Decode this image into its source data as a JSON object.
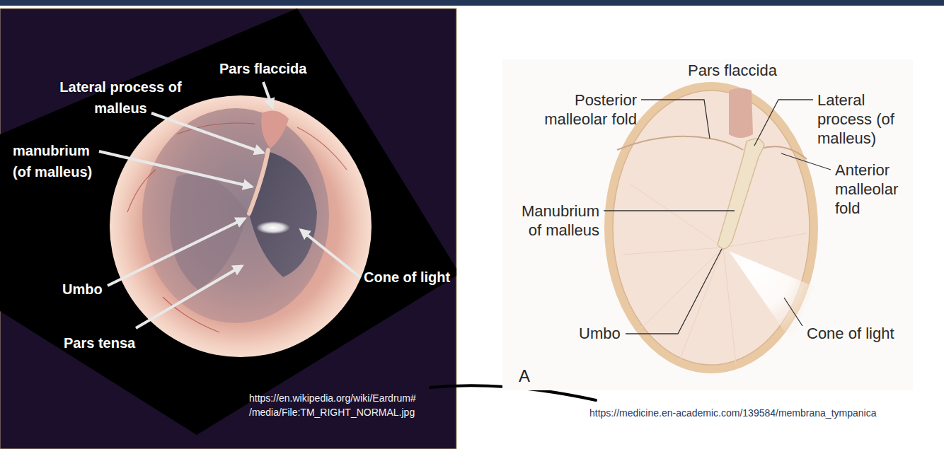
{
  "diagram": {
    "labels": [
      "Pars flaccida",
      "Lateral process of malleus",
      "manubrium (of malleus)",
      "Umbo",
      "Cone of light",
      "Pars tensa",
      "https://en.wikipedia.org/wiki/Eardrum# /media/File:TM_RIGHT_NORMAL.jpg",
      "Pars flaccida",
      "Posterior malleolar fold",
      "Lateral process (of malleus)",
      "Anterior malleolar fold",
      "Manubrium of malleus",
      "Umbo",
      "Cone of light",
      "A",
      "https://medicine.en-academic.com/139584/membrana_tympanica"
    ]
  }
}
